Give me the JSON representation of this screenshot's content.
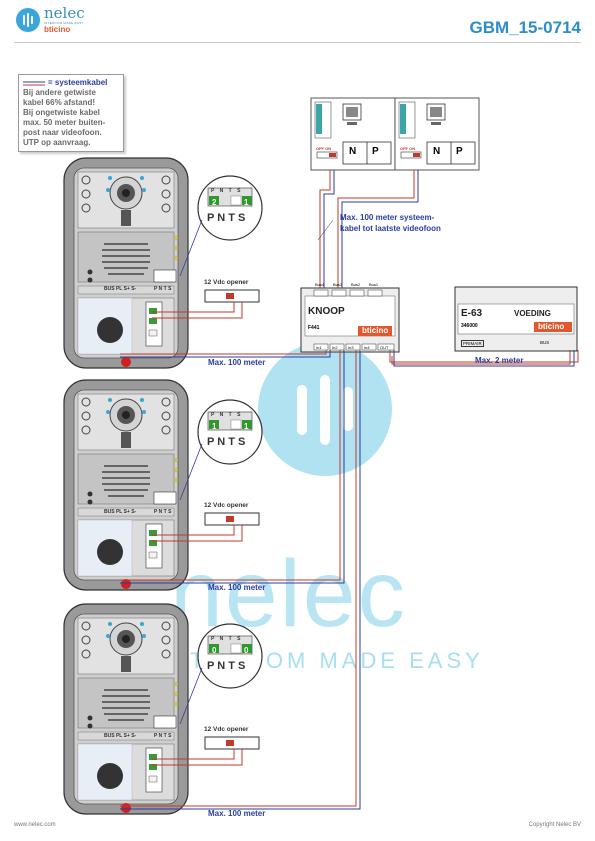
{
  "header": {
    "logo": {
      "word": "nelec",
      "tagline": "INTERCOM MADE EASY",
      "brand": "bticino"
    },
    "doc_id": "GBM_15-0714"
  },
  "legend": {
    "title": "= systeemkabel",
    "lines": [
      "Bij andere getwiste",
      "kabel 66% afstand!",
      "Bij ongetwiste kabel",
      "max. 50 meter buiten-",
      "post naar videofoon.",
      "UTP op aanvraag."
    ]
  },
  "indoor_label": [
    "Max. 100 meter systeem-",
    "kabel tot laatste videofoon"
  ],
  "knoop": {
    "name": "KNOOP",
    "code": "F441",
    "brand": "bticino",
    "top_terminals": [
      "Bus4",
      "Bus3",
      "Bus2",
      "Bus1"
    ],
    "bottom_terminals": [
      "In1",
      "In2",
      "In3",
      "In4",
      "OUT"
    ]
  },
  "voeding": {
    "model": "E-63",
    "name": "VOEDING",
    "code": "346000",
    "brand": "bticino",
    "primary": "PRIMAIR",
    "bus": "BUS"
  },
  "monitor": {
    "keys": [
      "N",
      "P"
    ],
    "switch": "OFF ON"
  },
  "panel": {
    "terminals": "BUS PL S+ S-",
    "pnts": "P N T S"
  },
  "dip_values": [
    [
      "2",
      "1"
    ],
    [
      "1",
      "1"
    ],
    [
      "0",
      "0"
    ]
  ],
  "opener_label": "12 Vdc opener",
  "distance_label": "Max. 100 meter",
  "psu_distance_label": "Max. 2 meter",
  "footer": {
    "left": "www.nelec.com",
    "right": "Copyright Nelec BV"
  },
  "watermark": {
    "word": "nelec",
    "tagline": "INTERCOM MADE EASY"
  },
  "colors": {
    "accent": "#2d8ec6",
    "wire_red": "#c0392b",
    "wire_blue": "#2a3f9e"
  }
}
